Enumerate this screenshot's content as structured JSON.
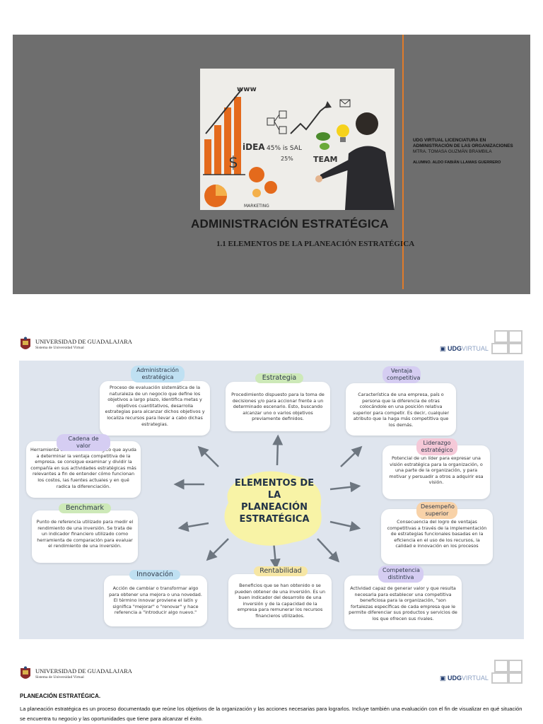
{
  "cover": {
    "title": "ADMINISTRACIÓN ESTRATÉGICA",
    "subtitle": "1.1 ELEMENTOS DE LA PLANEACIÓN ESTRATÉGICA",
    "institution": "UDG VIRTUAL LICENCIATURA EN ADMINISTRACIÓN DE LAS ORGANIZACIONES",
    "teacher": "MTRA. TOMASA GUZMÁN BRAMBILA",
    "student": "ALUMNO. ALDO FABIÁN LLAMAS GUERRERO",
    "photo_words": {
      "www": "www",
      "idea": "iDEA",
      "percent": "45% is SAL",
      "team": "TEAM",
      "pct25": "25%",
      "marketing": "MARKETING"
    },
    "accent_color": "#e07b2a"
  },
  "header": {
    "university": "UNIVERSIDAD DE GUADALAJARA",
    "system": "Sistema de Universidad Virtual",
    "udg": "UDG",
    "virtual": "VIRTUAL"
  },
  "mindmap": {
    "center": [
      "ELEMENTOS DE",
      "LA",
      "PLANEACIÓN",
      "ESTRATÉGICA"
    ],
    "nodes": {
      "administracion": {
        "label": "Administración estratégica",
        "text": "Proceso de evaluación sistemática de la naturaleza de un negocio que define los objetivos a largo plazo, identifica metas y objetivos cuantitativos, desarrolla estrategias para alcanzar dichos objetivos y localiza recursos para llevar a cabo dichas estrategias."
      },
      "estrategia": {
        "label": "Estrategia",
        "text": "Procedimiento dispuesto para la toma de decisiones y/o para accionar frente a un determinado escenario. Esto, buscando alcanzar uno o varios objetivos previamente definidos."
      },
      "ventaja": {
        "label": "Ventaja competitiva",
        "text": "Característica de una empresa, país o persona que la diferencia de otras colocándole en una posición relativa superior para competir. Es decir, cualquier atributo que la haga más competitiva que los demás."
      },
      "cadena": {
        "label": "Cadena de valor",
        "text": "Herramienta de análisis estratégico que ayuda a determinar la ventaja competitiva de la empresa. se consigue examinar y dividir la compañía en sus actividades estratégicas más relevantes a fin de entender cómo funcionan los costos, las fuentes actuales y en qué radica la diferenciación."
      },
      "liderazgo": {
        "label": "Liderazgo estratégico",
        "text": "Potencial de un líder para expresar una visión estratégica para la organización, o una parte de la organización, y para motivar y persuadir a otros a adquirir esa visión."
      },
      "benchmark": {
        "label": "Benchmark",
        "text": "Punto de referencia utilizado para medir el rendimiento de una inversión. Se trata de un indicador financiero utilizado como herramienta de comparación para evaluar el rendimiento de una inversión."
      },
      "desempeno": {
        "label": "Desempeño superior",
        "text": "Consecuencia del logro de ventajas competitivas a través de la implementación de estrategias funcionales basadas en la eficiencia en el uso de los recursos, la calidad e innovación en los procesos"
      },
      "innovacion": {
        "label": "Innovación",
        "text": "Acción de cambiar o transformar algo para obtener una mejora o una novedad. El término innovar proviene el latín y significa \"mejorar\" o \"renovar\" y hace referencia a \"introducir algo nuevo.\""
      },
      "rentabilidad": {
        "label": "Rentabilidad",
        "text": "Beneficios que se han obtenido o se pueden obtener de una inversión. Es un buen indicador del desarrollo de una inversión y de la capacidad de la empresa para remunerar los recursos financieros utilizados."
      },
      "competencia": {
        "label": "Competencia distintiva",
        "text": "Actividad capaz de generar valor y que resulta necesaria para establecer una competitiva beneficiosa para la organización, \"son fortalezas específicas de cada empresa que le permite diferenciar sus productos y servicios de los que ofrecen sus rivales."
      }
    },
    "colors": {
      "background": "#dfe5ee",
      "blob": "#f8f3a6",
      "blue": "#bfe0f2",
      "green": "#cde9b8",
      "purple": "#d5cdf2",
      "pink": "#f5c9d8",
      "orange": "#f8d2a8",
      "yellow": "#f6e6a4"
    }
  },
  "page3": {
    "title": "PLANEACIÓN ESTRATÉGICA.",
    "text": "La planeación estratégica es un proceso documentado que reúne los objetivos de la organización y las acciones necesarias para lograrlos. Incluye también una evaluación con el fin de visualizar en qué situación se encuentra tu negocio y las oportunidades que tiene para alcanzar el éxito."
  }
}
